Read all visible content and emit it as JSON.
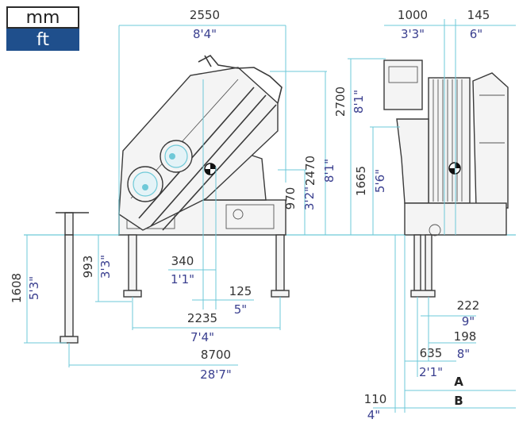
{
  "units": {
    "mm": "mm",
    "ft": "ft"
  },
  "colors": {
    "legend_ft_bg": "#1f4f8c",
    "dimension_line": "#6ec9d8",
    "imperial_text": "#3a3f8f",
    "metric_text": "#333333"
  },
  "side_view": {
    "overall_length": {
      "mm": "2550",
      "ft": "8'4\""
    },
    "height_total": {
      "mm": "2470",
      "ft": "8'1\""
    },
    "base_height": {
      "mm": "970",
      "ft": "3'2\""
    },
    "leg_height": {
      "mm": "993",
      "ft": "3'3\""
    },
    "outrigger_height": {
      "mm": "1608",
      "ft": "5'3\""
    },
    "column_offset": {
      "mm": "340",
      "ft": "1'1\""
    },
    "center_offset": {
      "mm": "125",
      "ft": "5\""
    },
    "leg_span": {
      "mm": "2235",
      "ft": "7'4\""
    },
    "outrigger_span": {
      "mm": "8700",
      "ft": "28'7\""
    }
  },
  "front_view": {
    "width_top": {
      "mm": "1000",
      "ft": "3'3\""
    },
    "top_offset": {
      "mm": "145",
      "ft": "6\""
    },
    "height_top": {
      "mm": "2700",
      "ft": "8'1\""
    },
    "height_mid": {
      "mm": "1665",
      "ft": "5'6\""
    },
    "foot_a": {
      "mm": "222",
      "ft": "9\""
    },
    "foot_b": {
      "mm": "198",
      "ft": "8\""
    },
    "leg_spacing": {
      "mm": "635",
      "ft": "2'1\""
    },
    "dim_a": "A",
    "dim_b": "B",
    "base_offset": {
      "mm": "110",
      "ft": "4\""
    }
  }
}
